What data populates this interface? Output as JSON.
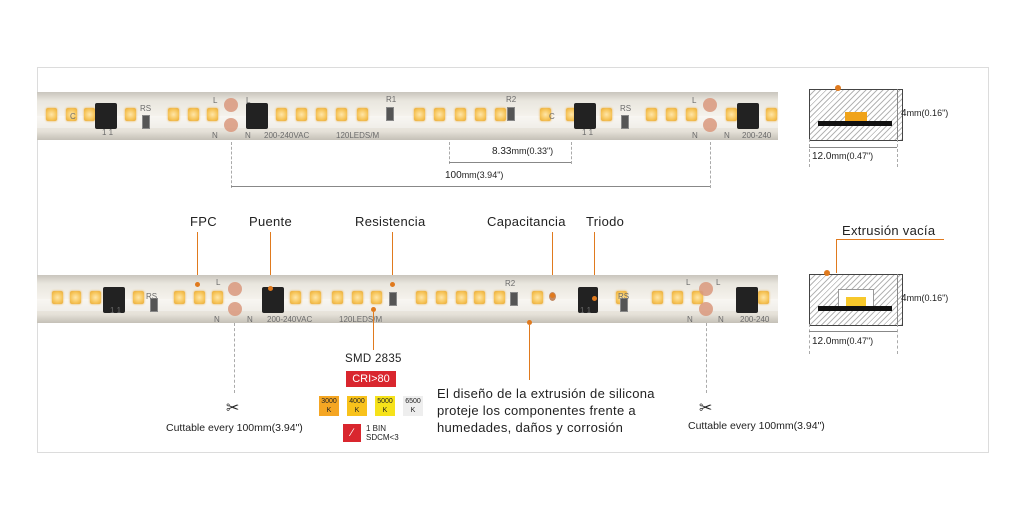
{
  "strip_markings": {
    "voltage": "200-240VAC",
    "leds": "120LEDS/M",
    "voltage_short": "200-240",
    "voltage_fragment": "200-240VAC",
    "l": "L",
    "n": "N",
    "c": "C",
    "rs": "RS",
    "r1": "R1",
    "r2": "R2",
    "pins": "1 1"
  },
  "dimensions": {
    "led_pitch": "8.33",
    "led_pitch_unit": "mm(0.33\")",
    "cut_length": "100",
    "cut_length_unit": "mm(3.94\")",
    "profile_height": "4",
    "profile_height_unit": "mm(0.16\")",
    "profile_width": "12.0",
    "profile_width_unit": "mm(0.47\")"
  },
  "labels": {
    "fpc": "FPC",
    "bridge": "Puente",
    "resistor": "Resistencia",
    "capacitor": "Capacitancia",
    "triode": "Triodo",
    "empty_extrusion": "Extrusión vacía",
    "smd": "SMD 2835"
  },
  "cri_badge": "CRI>80",
  "cct_options": [
    {
      "value": "3000",
      "unit": "K",
      "color": "#f5a623"
    },
    {
      "value": "4000",
      "unit": "K",
      "color": "#f8c21b"
    },
    {
      "value": "5000",
      "unit": "K",
      "color": "#f6e21a"
    },
    {
      "value": "6500",
      "unit": "K",
      "color": "#eeeeee"
    }
  ],
  "bin": {
    "line1": "1 BIN",
    "line2": "SDCM<3"
  },
  "description": {
    "line1": "El diseño de la extrusión de silicona",
    "line2": "proteje los componentes frente a",
    "line3": "humedades, daños y corrosión"
  },
  "cuttable_left": "Cuttable every 100mm(3.94\")",
  "cuttable_right": "Cuttable every 100mm(3.94\")",
  "colors": {
    "accent": "#e07a1e",
    "cri_red": "#d9262e"
  }
}
